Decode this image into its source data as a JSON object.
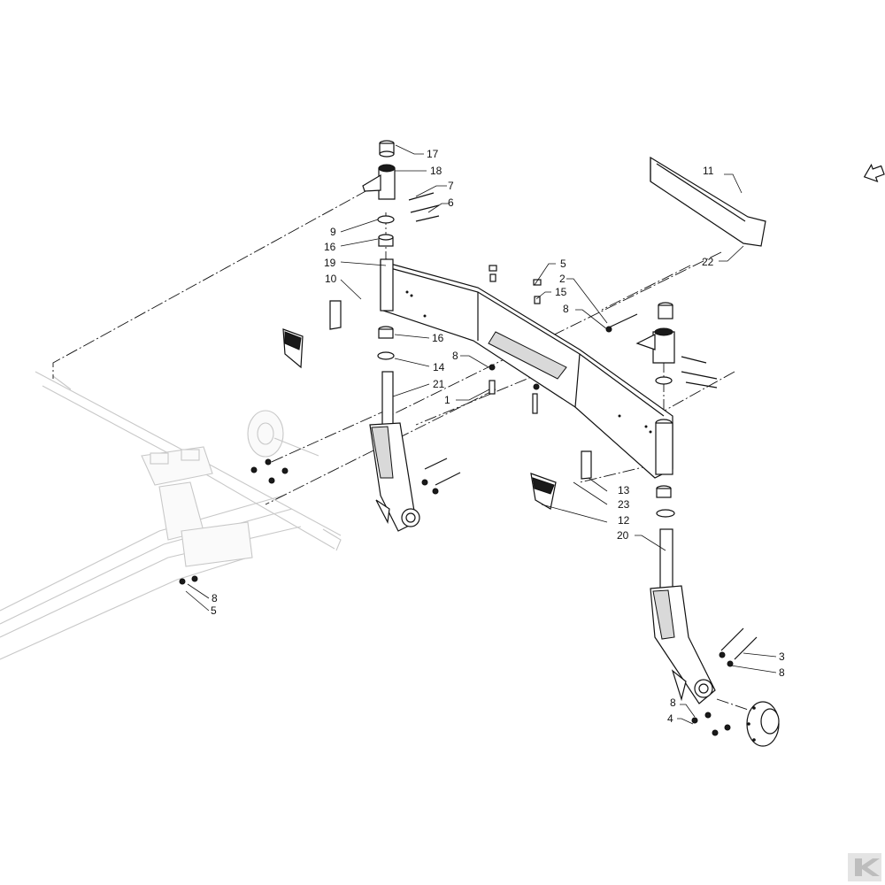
{
  "diagram": {
    "callouts": [
      {
        "id": "c17",
        "text": "17"
      },
      {
        "id": "c18",
        "text": "18"
      },
      {
        "id": "c7",
        "text": "7"
      },
      {
        "id": "c6",
        "text": "6"
      },
      {
        "id": "c9",
        "text": "9"
      },
      {
        "id": "c16a",
        "text": "16"
      },
      {
        "id": "c19",
        "text": "19"
      },
      {
        "id": "c10",
        "text": "10"
      },
      {
        "id": "c5a",
        "text": "5"
      },
      {
        "id": "c15",
        "text": "15"
      },
      {
        "id": "c2",
        "text": "2"
      },
      {
        "id": "c8a",
        "text": "8"
      },
      {
        "id": "c16b",
        "text": "16"
      },
      {
        "id": "c14",
        "text": "14"
      },
      {
        "id": "c8b",
        "text": "8"
      },
      {
        "id": "c21",
        "text": "21"
      },
      {
        "id": "c1",
        "text": "1"
      },
      {
        "id": "c11",
        "text": "11"
      },
      {
        "id": "c22",
        "text": "22"
      },
      {
        "id": "c13",
        "text": "13"
      },
      {
        "id": "c23",
        "text": "23"
      },
      {
        "id": "c12",
        "text": "12"
      },
      {
        "id": "c20",
        "text": "20"
      },
      {
        "id": "c8c",
        "text": "8"
      },
      {
        "id": "c5b",
        "text": "5"
      },
      {
        "id": "c3",
        "text": "3"
      },
      {
        "id": "c8d",
        "text": "8"
      },
      {
        "id": "c8e",
        "text": "8"
      },
      {
        "id": "c4",
        "text": "4"
      }
    ],
    "icons": {
      "orientation": "arrow-outline-icon",
      "logo": "brand-logo-icon"
    }
  }
}
